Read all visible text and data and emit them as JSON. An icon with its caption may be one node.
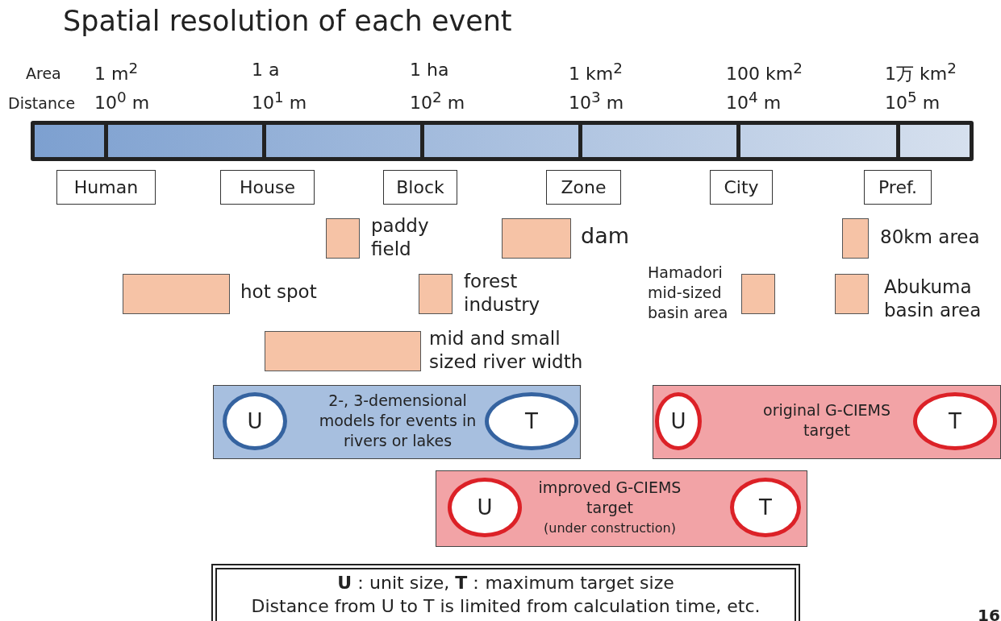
{
  "diagram": {
    "title": "Spatial resolution of each event",
    "nodes": [
      {
        "text": [
          "Human"
        ]
      },
      {
        "text": [
          "House"
        ]
      },
      {
        "text": [
          "Block"
        ]
      },
      {
        "text": [
          "Zone"
        ]
      },
      {
        "text": [
          "City"
        ]
      },
      {
        "text": [
          "Pref."
        ]
      },
      {
        "text": [],
        "shape": "box",
        "beside": [
          "paddy field"
        ]
      },
      {
        "text": [],
        "shape": "box",
        "beside": [
          "dam"
        ]
      },
      {
        "text": [],
        "shape": "box",
        "beside": [
          "80km area"
        ]
      },
      {
        "text": [],
        "shape": "box",
        "beside": [
          "hot spot"
        ]
      },
      {
        "text": [],
        "shape": "box",
        "beside": [
          "forest industry"
        ]
      },
      {
        "text": [],
        "shape": "box",
        "beside": [
          "Hamadori mid-sized basin area"
        ]
      },
      {
        "text": [],
        "shape": "box",
        "beside": [
          "Abukuma basin area"
        ]
      },
      {
        "text": [],
        "shape": "box",
        "beside": [
          "mid and small sized river width"
        ]
      },
      {
        "text": [
          "2-, 3-demensional models for events in rivers or lakes"
        ]
      },
      {
        "text": [
          "U"
        ],
        "in": 14
      },
      {
        "text": [
          "T"
        ],
        "in": 14
      },
      {
        "text": [
          "original G-CIEMS target"
        ]
      },
      {
        "text": [
          "U"
        ],
        "in": 17
      },
      {
        "text": [
          "T"
        ],
        "in": 17
      },
      {
        "text": [
          "improved G-CIEMS target",
          "(under construction)"
        ]
      },
      {
        "text": [
          "U"
        ],
        "in": 20
      },
      {
        "text": [
          "T"
        ],
        "in": 20
      },
      {
        "text": [
          "**U**：unit size, **T**：maximum target size",
          "Distance from U to T is limited from calculation time, etc."
        ]
      }
    ],
    "labels": [
      "Area",
      "1 m$^{2}$",
      "1 a",
      "1 ha",
      "1 km$^{2}$",
      "100 km$^{2}$",
      "1万 km$^{2}$",
      "Distance",
      "10$^{0}$ m",
      "10$^{1}$ m",
      "10$^{2}$ m",
      "10$^{3}$ m",
      "10$^{4}$ m",
      "10$^{5}$ m",
      "16"
    ]
  }
}
